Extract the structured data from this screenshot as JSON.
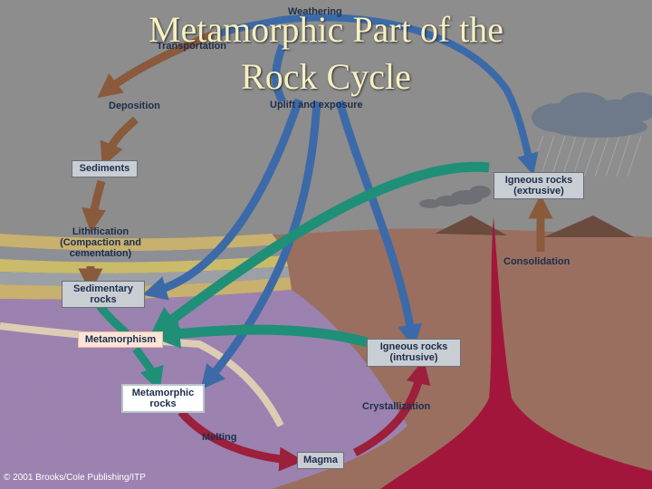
{
  "title": {
    "line1": "Metamorphic Part of the",
    "line2": "Rock Cycle"
  },
  "labels": {
    "weathering": "Weathering",
    "transportation": "Transportation",
    "deposition": "Deposition",
    "uplift": "Uplift and exposure",
    "sediments": "Sediments",
    "lithification_1": "Lithification",
    "lithification_2": "(Compaction and",
    "lithification_3": "cementation)",
    "sedimentary_1": "Sedimentary",
    "sedimentary_2": "rocks",
    "metamorphism": "Metamorphism",
    "metamorphic_1": "Metamorphic",
    "metamorphic_2": "rocks",
    "melting": "Melting",
    "magma": "Magma",
    "crystallization": "Crystallization",
    "igneous_int_1": "Igneous rocks",
    "igneous_int_2": "(intrusive)",
    "igneous_ext_1": "Igneous rocks",
    "igneous_ext_2": "(extrusive)",
    "consolidation": "Consolidation"
  },
  "copyright": "© 2001 Brooks/Cole Publishing/ITP",
  "colors": {
    "background": "#8b8b8b",
    "arrow_blue": "#3c6aa8",
    "arrow_green": "#1f8f78",
    "arrow_brown": "#8a5a3c",
    "arrow_red": "#9c1f3c",
    "magma": "#a3163c",
    "title": "#f7f0c2"
  }
}
